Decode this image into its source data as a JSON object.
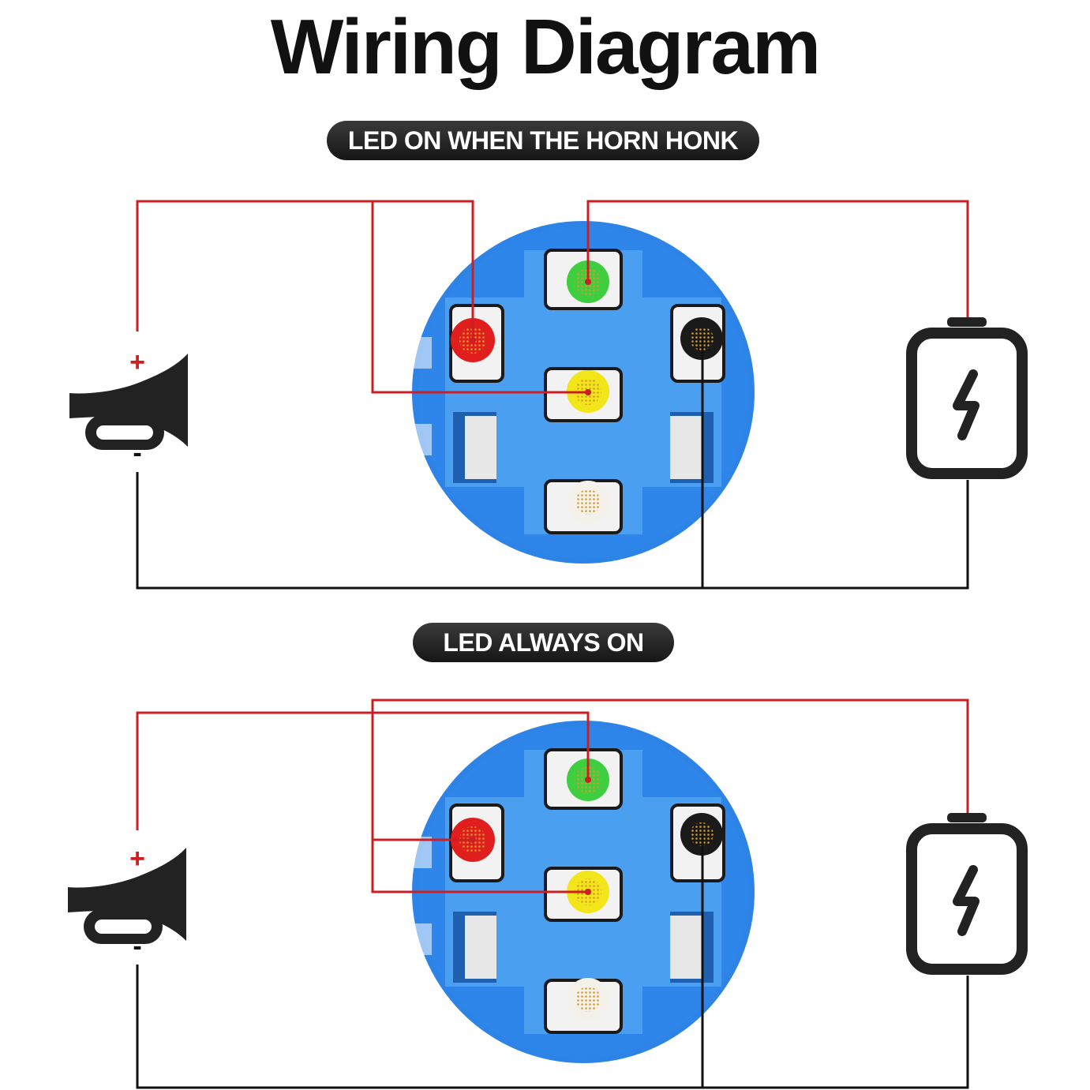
{
  "title": "Wiring Diagram",
  "sections": [
    {
      "label": "LED ON WHEN THE HORN HONK"
    },
    {
      "label": "LED ALWAYS ON"
    }
  ],
  "horn_terminals": {
    "positive": "+",
    "negative": "-"
  },
  "colors": {
    "wire_positive": "#cc1f24",
    "wire_ground": "#111111",
    "switch_body": "#2e83e6",
    "switch_plate": "#4a9ff0",
    "terminal_green": "#3fce3f",
    "terminal_red": "#e01e1e",
    "terminal_yellow": "#f2e51a",
    "terminal_black": "#1a1a1a",
    "terminal_white": "#f4f1ea",
    "icon_stroke": "#222222"
  },
  "components": [
    "horn-icon",
    "switch-terminal-block",
    "battery-icon"
  ]
}
